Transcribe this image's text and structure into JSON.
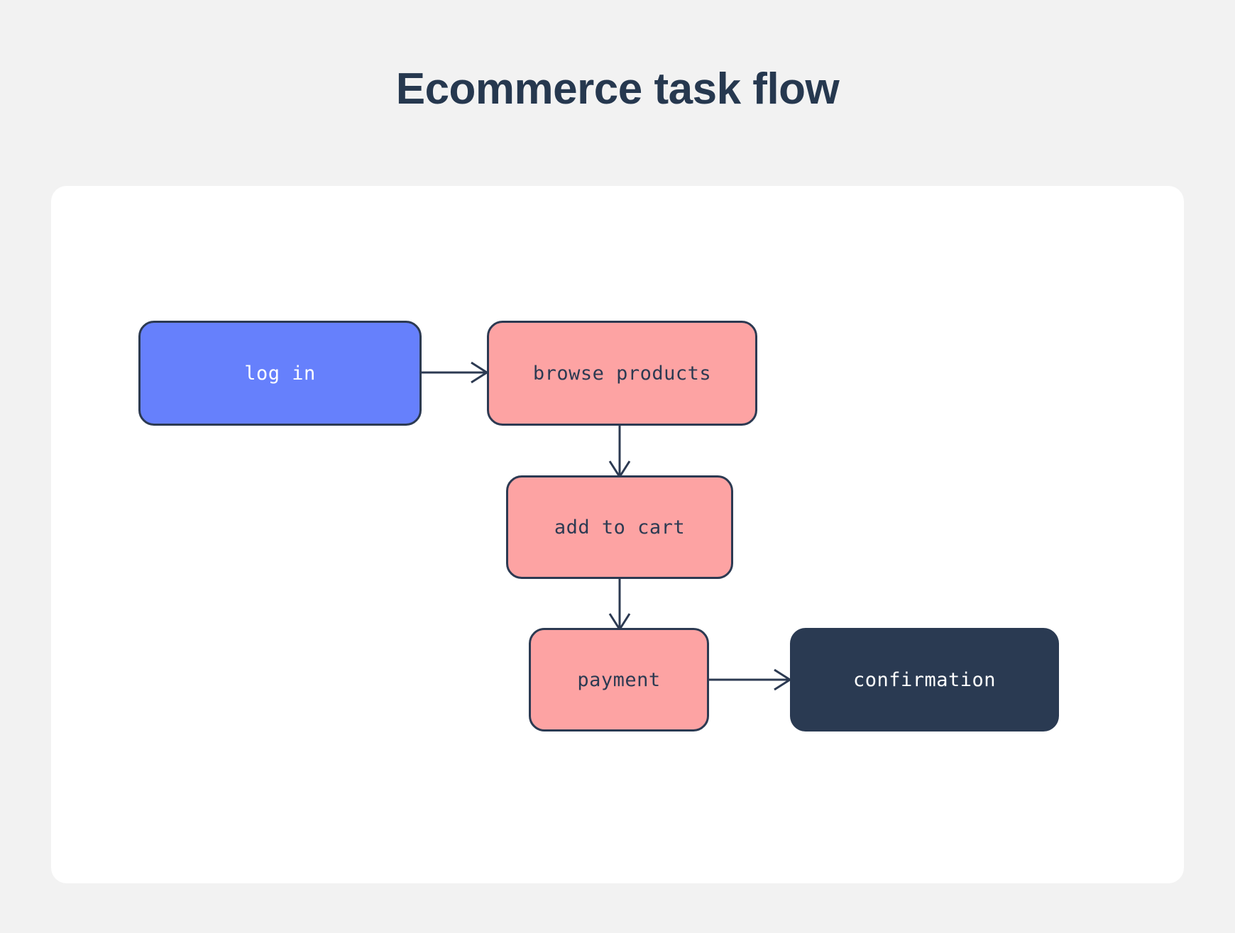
{
  "page": {
    "title": "Ecommerce task flow",
    "background_color": "#f2f2f2",
    "card_color": "#ffffff",
    "title_color": "#26384f"
  },
  "diagram": {
    "type": "flowchart",
    "orientation": "mixed",
    "nodes": [
      {
        "id": "login",
        "label": "log in",
        "fill": "#6680fc",
        "text_color": "#ffffff",
        "stroke": "#2c3a52",
        "shape": "rounded-rectangle"
      },
      {
        "id": "browse",
        "label": "browse products",
        "fill": "#fda3a3",
        "text_color": "#2c3a52",
        "stroke": "#2c3a52",
        "shape": "rounded-rectangle"
      },
      {
        "id": "cart",
        "label": "add to cart",
        "fill": "#fda3a3",
        "text_color": "#2c3a52",
        "stroke": "#2c3a52",
        "shape": "rounded-rectangle"
      },
      {
        "id": "payment",
        "label": "payment",
        "fill": "#fda3a3",
        "text_color": "#2c3a52",
        "stroke": "#2c3a52",
        "shape": "rounded-rectangle"
      },
      {
        "id": "confirmation",
        "label": "confirmation",
        "fill": "#2a3a52",
        "text_color": "#ffffff",
        "stroke": "none",
        "shape": "rounded-rectangle"
      }
    ],
    "edges": [
      {
        "id": "edge-login-browse",
        "from": "login",
        "to": "browse",
        "direction": "right",
        "label": ""
      },
      {
        "id": "edge-browse-cart",
        "from": "browse",
        "to": "cart",
        "direction": "down",
        "label": ""
      },
      {
        "id": "edge-cart-payment",
        "from": "cart",
        "to": "payment",
        "direction": "down",
        "label": ""
      },
      {
        "id": "edge-payment-confirmation",
        "from": "payment",
        "to": "confirmation",
        "direction": "right",
        "label": ""
      }
    ],
    "edge_color": "#2c3a52"
  }
}
